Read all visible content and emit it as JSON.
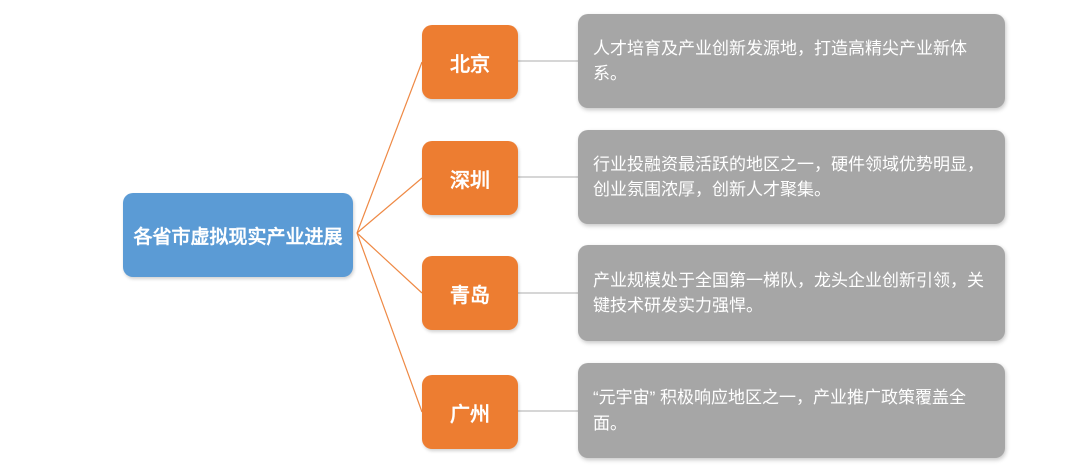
{
  "page": {
    "background": "#ffffff"
  },
  "diagram": {
    "title": "各省市虚拟现实产业进展",
    "colors": {
      "page_bg": "#ffffff",
      "root_bg": "#5B9BD5",
      "branch_bg": "#ED7D31",
      "desc_bg": "#A6A6A6",
      "branch_line": "#ED7D31",
      "desc_line": "#C9C9C9",
      "text": "#FFFFFF"
    },
    "root": {
      "label": "各省市虚拟现实产业进展"
    },
    "branches": [
      {
        "label": "北京",
        "description": "人才培育及产业创新发源地，打造高精尖产业新体系。"
      },
      {
        "label": "深圳",
        "description": "行业投融资最活跃的地区之一，硬件领域优势明显，创业氛围浓厚，创新人才聚集。"
      },
      {
        "label": "青岛",
        "description": "产业规模处于全国第一梯队，龙头企业创新引领，关键技术研发实力强悍。"
      },
      {
        "label": "广州",
        "description": "“元宇宙” 积极响应地区之一，产业推广政策覆盖全面。"
      }
    ]
  }
}
